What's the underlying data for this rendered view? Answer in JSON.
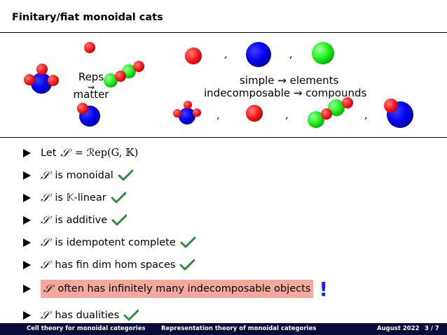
{
  "slide": {
    "title": "Finitary/fiat monoidal cats",
    "figure": {
      "left_top": "Reps",
      "left_squiggle": "⇝",
      "left_bottom": "matter",
      "row2_left": "simple",
      "row2_squiggle": "⇝",
      "row2_right": "elements",
      "row3_left": "indecomposable",
      "row3_squiggle": "⇝",
      "row3_right": "compounds",
      "comma": ","
    },
    "bullets": [
      {
        "symbol": "𝒮",
        "text_before": "Let",
        "text": "= ℛep(G, 𝕂)"
      },
      {
        "symbol": "𝒮",
        "text": "is monoidal",
        "check": true
      },
      {
        "symbol": "𝒮",
        "text": "is 𝕂-linear",
        "check": true
      },
      {
        "symbol": "𝒮",
        "text": "is additive",
        "check": true
      },
      {
        "symbol": "𝒮",
        "text": "is idempotent complete",
        "check": true
      },
      {
        "symbol": "𝒮",
        "text": "has fin dim hom spaces",
        "check": true
      },
      {
        "symbol": "𝒮",
        "text": "often has infinitely many indecomposable objects",
        "highlight": true,
        "mark": "!"
      },
      {
        "symbol": "𝒮",
        "text": "has dualities",
        "check": true
      }
    ],
    "colors": {
      "atom_red": "#ff1a1a",
      "atom_green": "#1aff1a",
      "atom_blue": "#0000ee",
      "highlight": "#f4a99c",
      "check": "#2e8b3c",
      "exclaim": "#1a1aff",
      "footer_bg": "#0b0b3b"
    }
  },
  "footer": {
    "left": "Cell theory for monoidal categories",
    "center": "Representation theory of monoidal categories",
    "date": "August 2022",
    "page": "3 / 7"
  }
}
